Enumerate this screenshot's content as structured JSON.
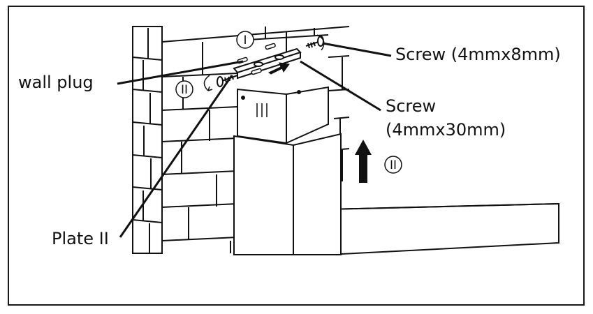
{
  "labels": {
    "wall_plug": "wall plug",
    "screw_small": "Screw (4mmx8mm)",
    "screw_large_line1": "Screw",
    "screw_large_line2": "(4mmx30mm)",
    "plate": "Plate II"
  },
  "steps": {
    "step_top": "I",
    "step_left": "II",
    "step_right": "II"
  },
  "colors": {
    "line": "#111111",
    "wall_mortar": "#111111",
    "background": "#ffffff"
  }
}
